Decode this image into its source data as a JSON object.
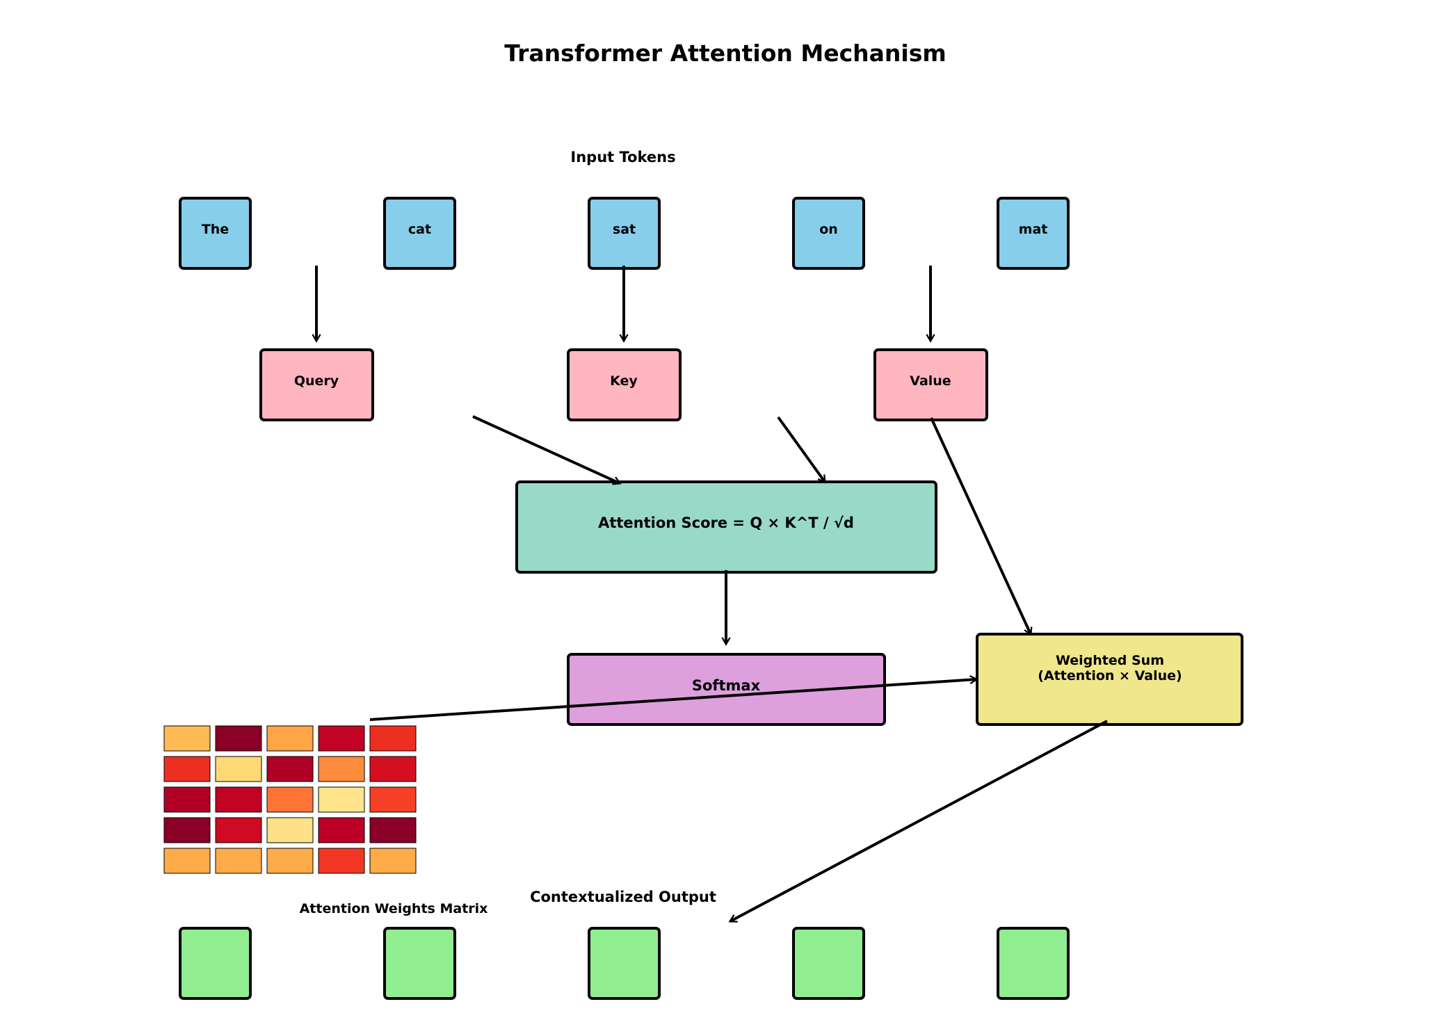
{
  "title": "Transformer Attention Mechanism",
  "input_section_label": "Input Tokens",
  "tokens": [
    "The",
    "cat",
    "sat",
    "on",
    "mat"
  ],
  "projections": [
    "Query",
    "Key",
    "Value"
  ],
  "attention_score_label": "Attention Score = Q × K^T / √d",
  "softmax_label": "Softmax",
  "weighted_sum_label": [
    "Weighted Sum",
    "(Attention × Value)"
  ],
  "matrix_label": "Attention Weights Matrix",
  "output_section_label": "Contextualized Output",
  "output_token_count": 5,
  "attention_matrix": [
    [
      0.35,
      0.98,
      0.42,
      0.86,
      0.7
    ],
    [
      0.7,
      0.25,
      0.9,
      0.5,
      0.8
    ],
    [
      0.9,
      0.86,
      0.55,
      0.18,
      0.66
    ],
    [
      0.98,
      0.82,
      0.2,
      0.88,
      0.98
    ],
    [
      0.4,
      0.4,
      0.4,
      0.68,
      0.4
    ]
  ],
  "colors": {
    "token_fill": "#87CEEB",
    "projection_fill": "#FFB6C1",
    "score_fill": "#99D9C8",
    "softmax_fill": "#DDA0DD",
    "weighted_sum_fill": "#F0E68C",
    "output_fill": "#90EE90",
    "stroke": "#000000"
  }
}
